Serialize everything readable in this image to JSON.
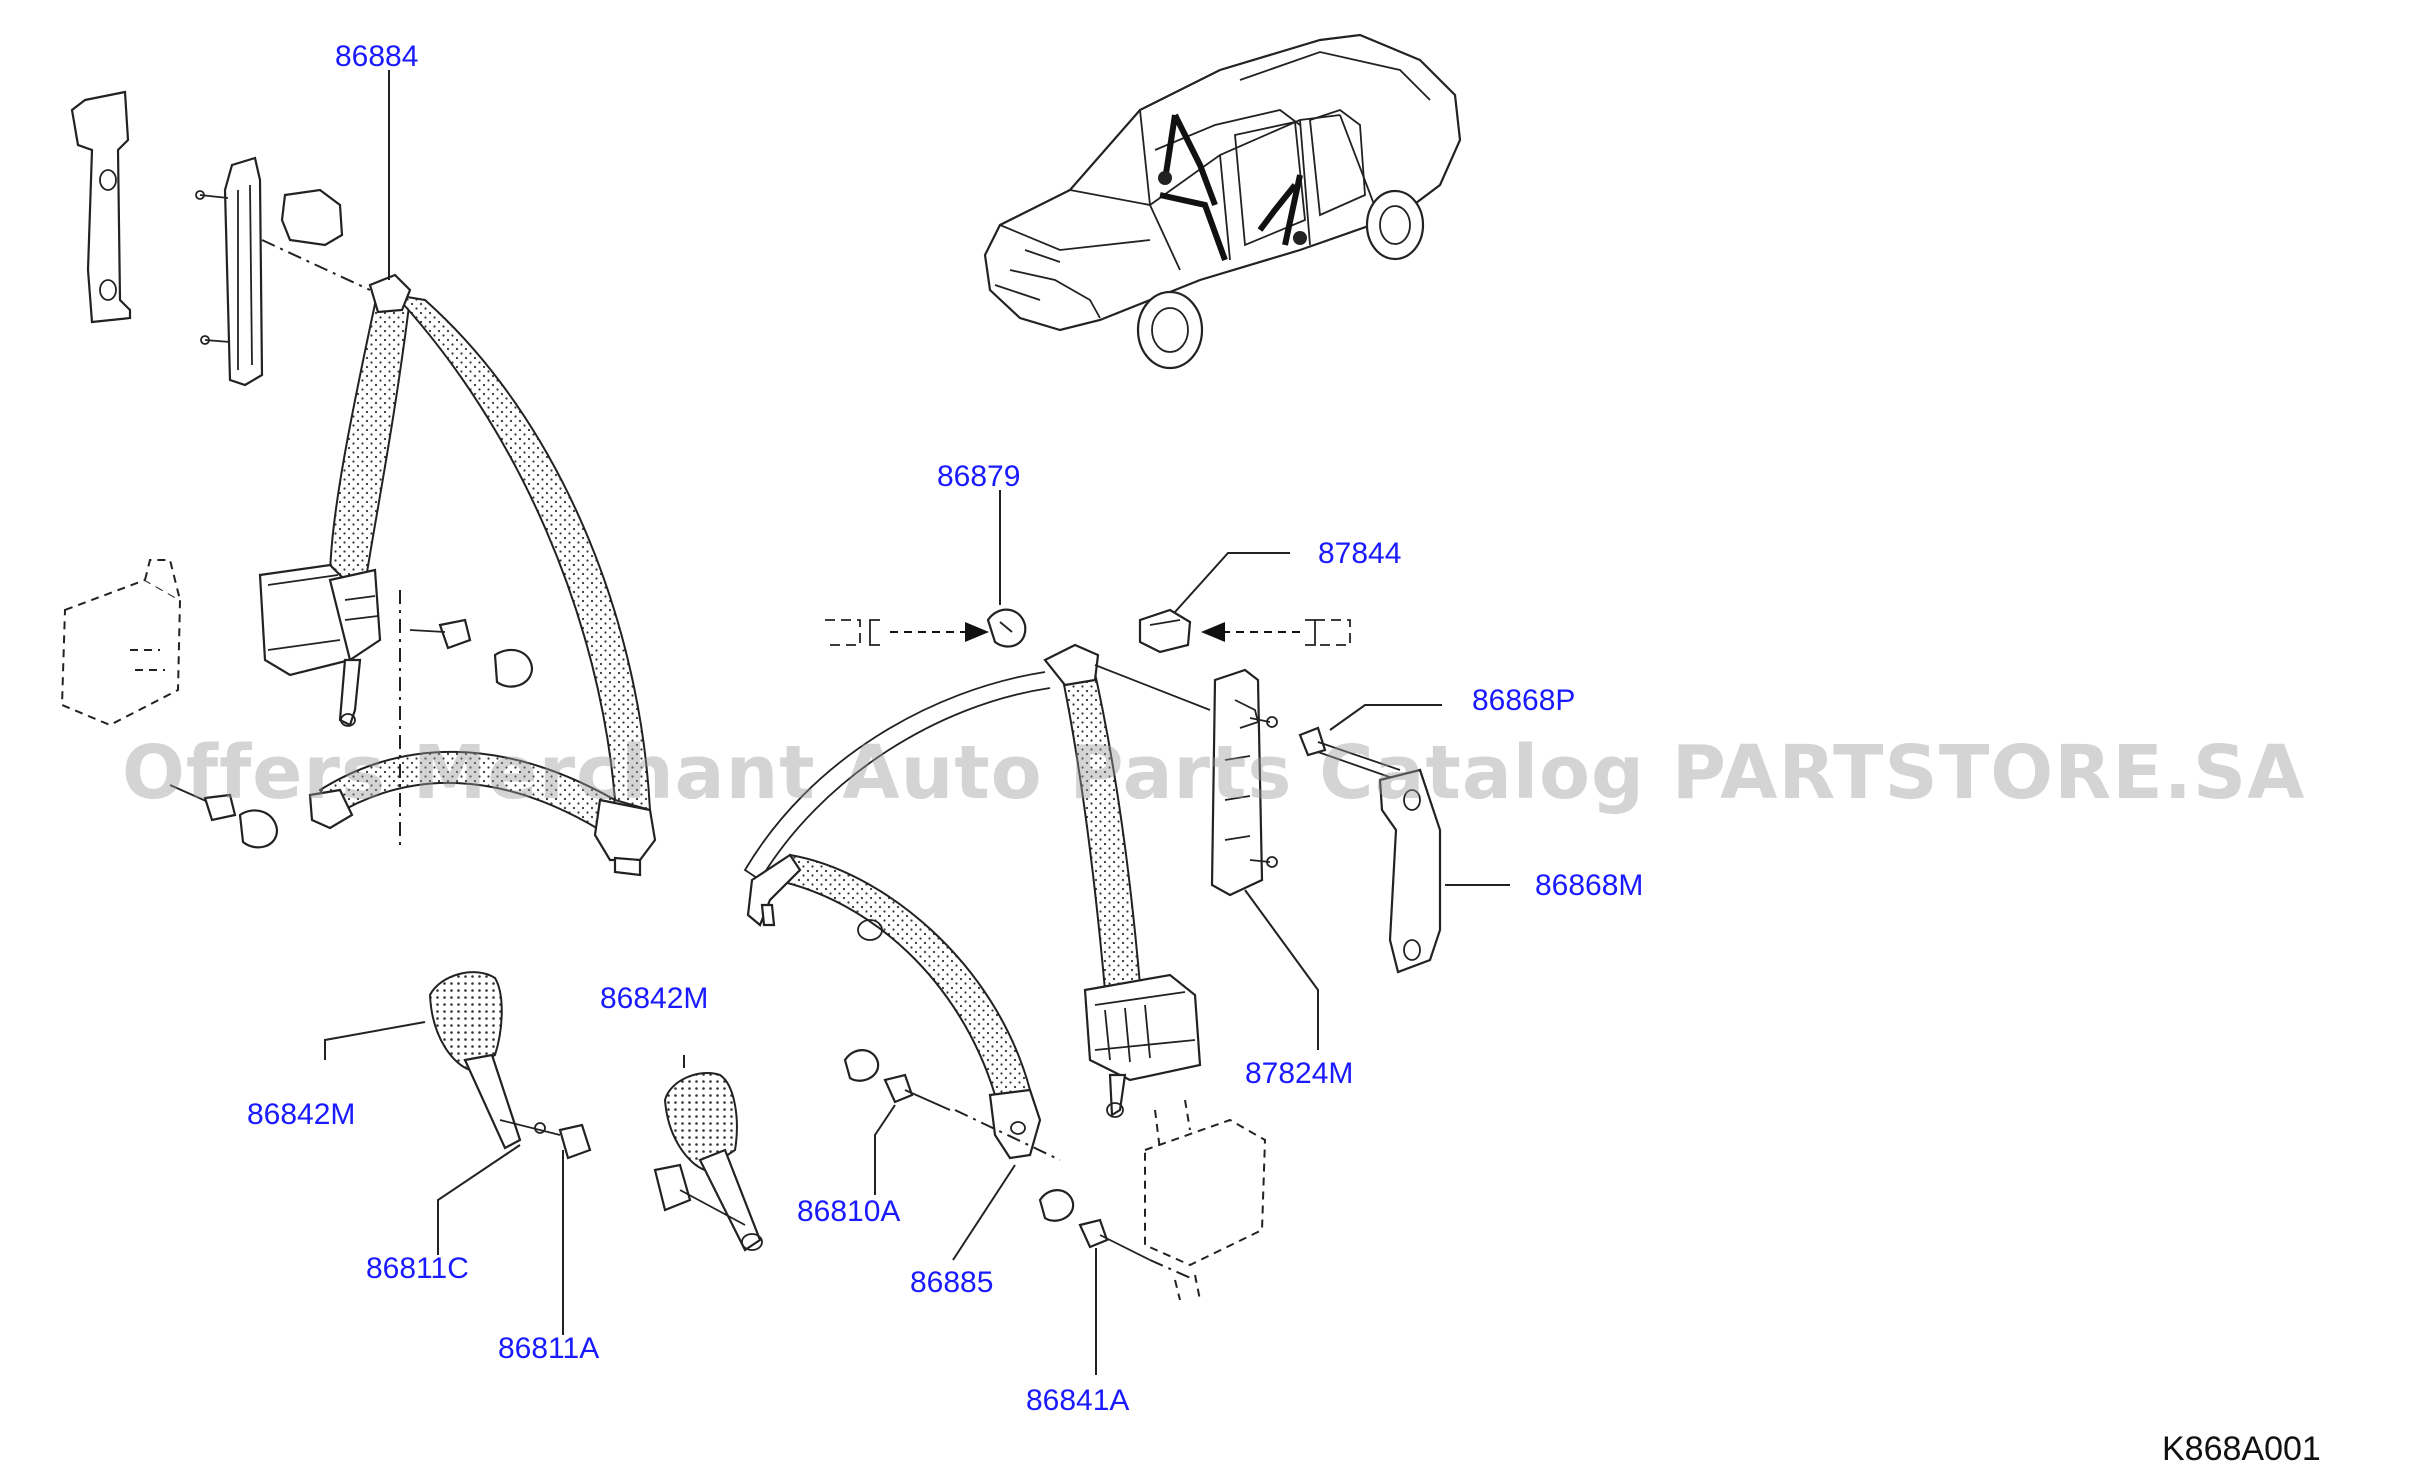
{
  "labels": {
    "p86884": "86884",
    "p86879": "86879",
    "p87844": "87844",
    "p86868P": "86868P",
    "p86868M": "86868M",
    "p87824M": "87824M",
    "p86842M_a": "86842M",
    "p86842M_b": "86842M",
    "p86810A": "86810A",
    "p86811C": "86811C",
    "p86811A": "86811A",
    "p86885": "86885",
    "p86841A": "86841A"
  },
  "diagram_code": "K868A001",
  "watermark": "Offers Merchant Auto Parts Catalog PARTSTORE.SA",
  "colors": {
    "label": "#1a1aff",
    "line": "#222222",
    "watermark": "#9a9a9a",
    "background": "#ffffff"
  }
}
